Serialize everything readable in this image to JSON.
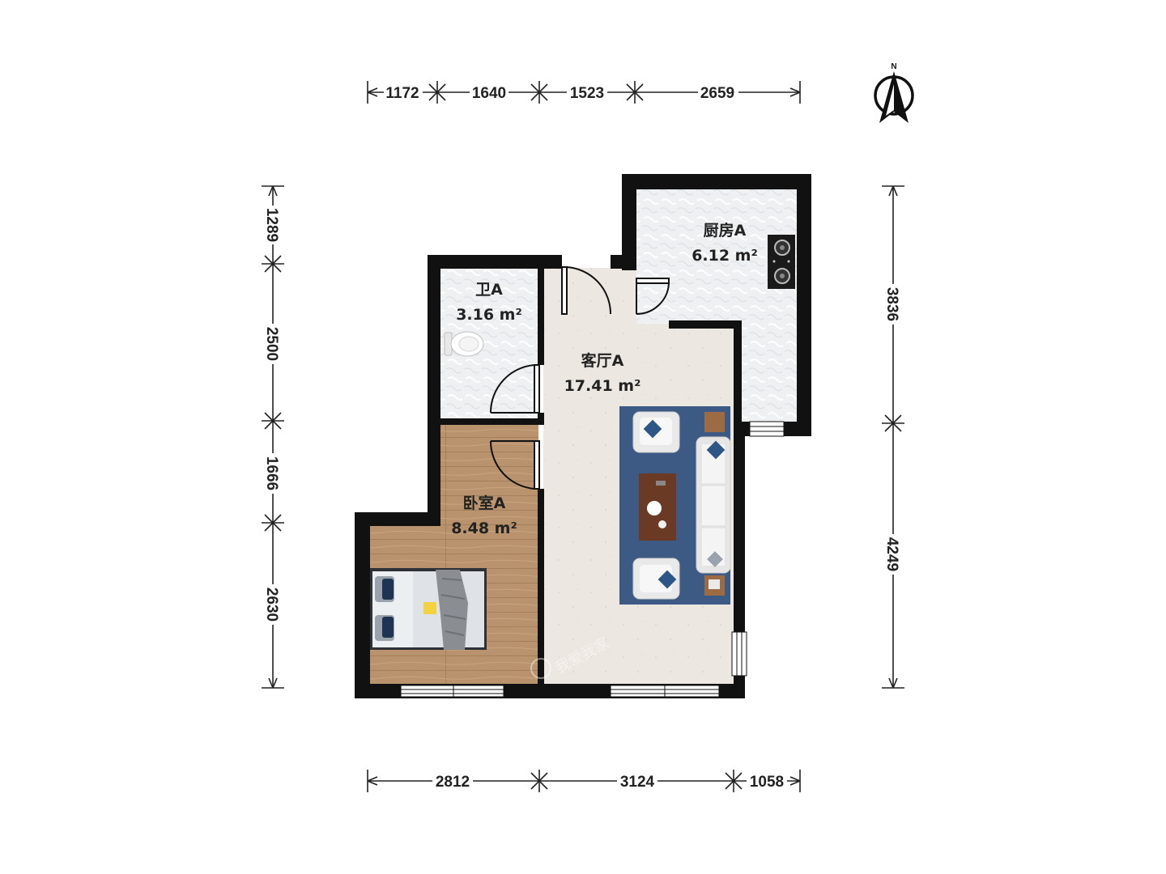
{
  "compass": {
    "label": "N",
    "icon": "north-arrow-icon"
  },
  "dimensions": {
    "top": [
      "1172",
      "1640",
      "1523",
      "2659"
    ],
    "bottom": [
      "2812",
      "3124",
      "1058"
    ],
    "left": [
      "1289",
      "2500",
      "1666",
      "2630"
    ],
    "right": [
      "3836",
      "4249"
    ]
  },
  "rooms": {
    "kitchen": {
      "name": "厨房A",
      "area": "6.12 m²"
    },
    "bathroom": {
      "name": "卫A",
      "area": "3.16 m²"
    },
    "living": {
      "name": "客厅A",
      "area": "17.41 m²"
    },
    "bedroom": {
      "name": "卧室A",
      "area": "8.48 m²"
    }
  },
  "watermark": "我爱我家",
  "colors": {
    "wall": "#111111",
    "tile": "#eef0f2",
    "wood": "#b9936e",
    "living_floor": "#ece7e0",
    "rug": "#3d5a85",
    "dim_line": "#222222"
  }
}
